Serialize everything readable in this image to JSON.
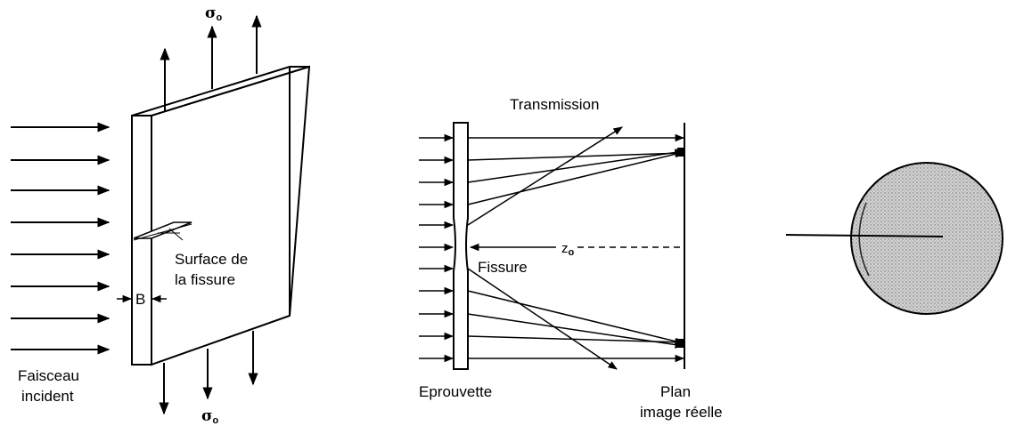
{
  "left_panel": {
    "sigma_top": "σ",
    "sigma_top_sub": "o",
    "sigma_bottom": "σ",
    "sigma_bottom_sub": "o",
    "thickness_label": "B",
    "crack_surface_line1": "Surface de",
    "crack_surface_line2": "la fissure",
    "beam_line1": "Faisceau",
    "beam_line2": "incident"
  },
  "middle_panel": {
    "transmission_label": "Transmission",
    "crack_label": "Fissure",
    "distance_label": "z",
    "distance_sub": "o",
    "specimen_label": "Eprouvette",
    "plane_line1": "Plan",
    "plane_line2": "image réelle"
  },
  "right_panel": {
    "caustic": "caustic disk with crack line"
  }
}
